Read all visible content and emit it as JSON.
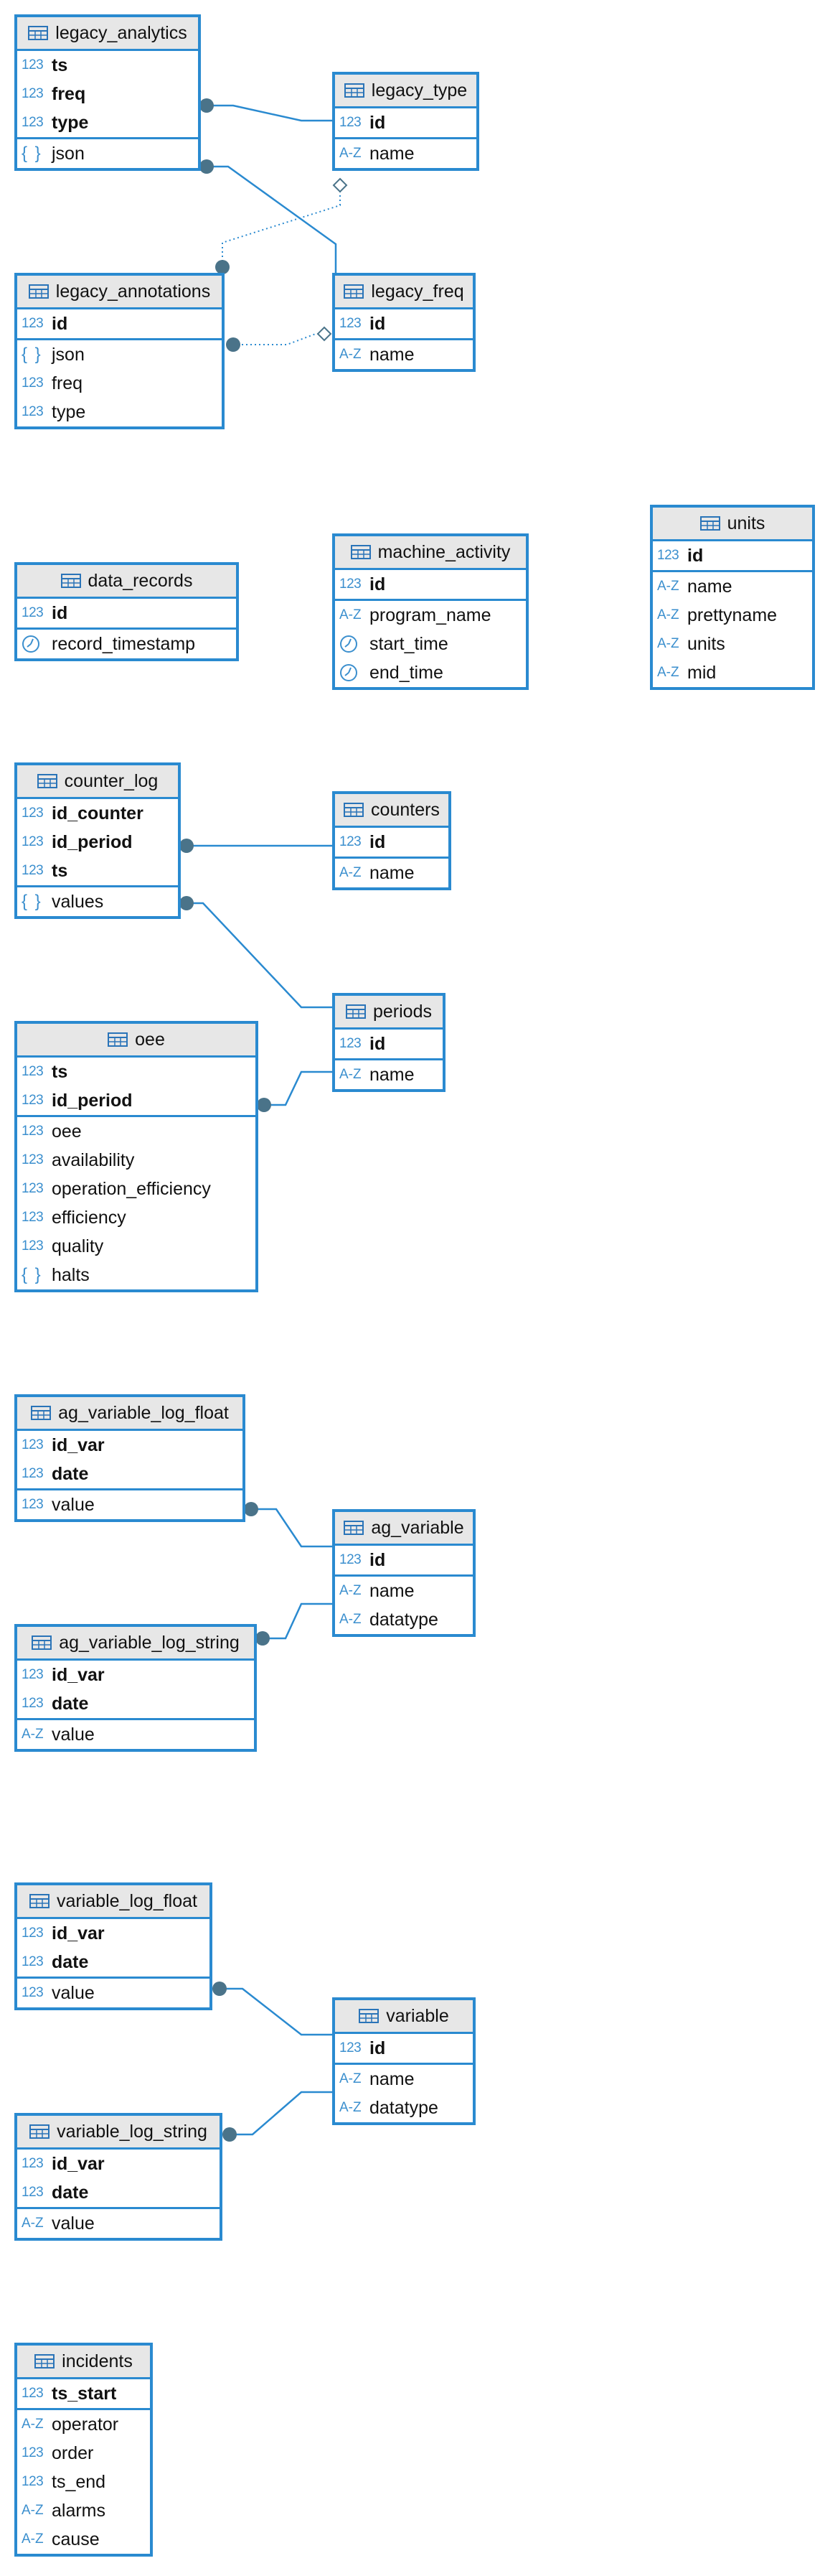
{
  "tables": [
    {
      "id": "legacy_analytics",
      "name": "legacy_analytics",
      "pk": [
        [
          "num",
          "ts"
        ],
        [
          "num",
          "freq"
        ],
        [
          "num",
          "type"
        ]
      ],
      "cols": [
        [
          "js",
          "json"
        ]
      ]
    },
    {
      "id": "legacy_type",
      "name": "legacy_type",
      "pk": [
        [
          "num",
          "id"
        ]
      ],
      "cols": [
        [
          "az",
          "name"
        ]
      ]
    },
    {
      "id": "legacy_annotations",
      "name": "legacy_annotations",
      "pk": [
        [
          "num",
          "id"
        ]
      ],
      "cols": [
        [
          "js",
          "json"
        ],
        [
          "num",
          "freq"
        ],
        [
          "num",
          "type"
        ]
      ]
    },
    {
      "id": "legacy_freq",
      "name": "legacy_freq",
      "pk": [
        [
          "num",
          "id"
        ]
      ],
      "cols": [
        [
          "az",
          "name"
        ]
      ]
    },
    {
      "id": "data_records",
      "name": "data_records",
      "pk": [
        [
          "num",
          "id"
        ]
      ],
      "cols": [
        [
          "tm",
          "record_timestamp"
        ]
      ]
    },
    {
      "id": "machine_activity",
      "name": "machine_activity",
      "pk": [
        [
          "num",
          "id"
        ]
      ],
      "cols": [
        [
          "az",
          "program_name"
        ],
        [
          "tm",
          "start_time"
        ],
        [
          "tm",
          "end_time"
        ]
      ]
    },
    {
      "id": "units",
      "name": "units",
      "pk": [
        [
          "num",
          "id"
        ]
      ],
      "cols": [
        [
          "az",
          "name"
        ],
        [
          "az",
          "prettyname"
        ],
        [
          "az",
          "units"
        ],
        [
          "az",
          "mid"
        ]
      ]
    },
    {
      "id": "counter_log",
      "name": "counter_log",
      "pk": [
        [
          "num",
          "id_counter"
        ],
        [
          "num",
          "id_period"
        ],
        [
          "num",
          "ts"
        ]
      ],
      "cols": [
        [
          "js",
          "values"
        ]
      ]
    },
    {
      "id": "counters",
      "name": "counters",
      "pk": [
        [
          "num",
          "id"
        ]
      ],
      "cols": [
        [
          "az",
          "name"
        ]
      ]
    },
    {
      "id": "periods",
      "name": "periods",
      "pk": [
        [
          "num",
          "id"
        ]
      ],
      "cols": [
        [
          "az",
          "name"
        ]
      ]
    },
    {
      "id": "oee",
      "name": "oee",
      "pk": [
        [
          "num",
          "ts"
        ],
        [
          "num",
          "id_period"
        ]
      ],
      "cols": [
        [
          "num",
          "oee"
        ],
        [
          "num",
          "availability"
        ],
        [
          "num",
          "operation_efficiency"
        ],
        [
          "num",
          "efficiency"
        ],
        [
          "num",
          "quality"
        ],
        [
          "js",
          "halts"
        ]
      ]
    },
    {
      "id": "ag_variable_log_float",
      "name": "ag_variable_log_float",
      "pk": [
        [
          "num",
          "id_var"
        ],
        [
          "num",
          "date"
        ]
      ],
      "cols": [
        [
          "num",
          "value"
        ]
      ]
    },
    {
      "id": "ag_variable",
      "name": "ag_variable",
      "pk": [
        [
          "num",
          "id"
        ]
      ],
      "cols": [
        [
          "az",
          "name"
        ],
        [
          "az",
          "datatype"
        ]
      ]
    },
    {
      "id": "ag_variable_log_string",
      "name": "ag_variable_log_string",
      "pk": [
        [
          "num",
          "id_var"
        ],
        [
          "num",
          "date"
        ]
      ],
      "cols": [
        [
          "az",
          "value"
        ]
      ]
    },
    {
      "id": "variable_log_float",
      "name": "variable_log_float",
      "pk": [
        [
          "num",
          "id_var"
        ],
        [
          "num",
          "date"
        ]
      ],
      "cols": [
        [
          "num",
          "value"
        ]
      ]
    },
    {
      "id": "variable",
      "name": "variable",
      "pk": [
        [
          "num",
          "id"
        ]
      ],
      "cols": [
        [
          "az",
          "name"
        ],
        [
          "az",
          "datatype"
        ]
      ]
    },
    {
      "id": "variable_log_string",
      "name": "variable_log_string",
      "pk": [
        [
          "num",
          "id_var"
        ],
        [
          "num",
          "date"
        ]
      ],
      "cols": [
        [
          "az",
          "value"
        ]
      ]
    },
    {
      "id": "incidents",
      "name": "incidents",
      "pk": [
        [
          "num",
          "ts_start"
        ]
      ],
      "cols": [
        [
          "az",
          "operator"
        ],
        [
          "num",
          "order"
        ],
        [
          "num",
          "ts_end"
        ],
        [
          "az",
          "alarms"
        ],
        [
          "az",
          "cause"
        ]
      ]
    }
  ],
  "type_icons": {
    "num": "123",
    "az": "A-Z",
    "js": "{ }"
  },
  "colors": {
    "border": "#2a8ad0",
    "header": "#e7e7e7",
    "link": "#2a8ad0",
    "dot": "#4a7389",
    "icon": "#3b8fce"
  }
}
